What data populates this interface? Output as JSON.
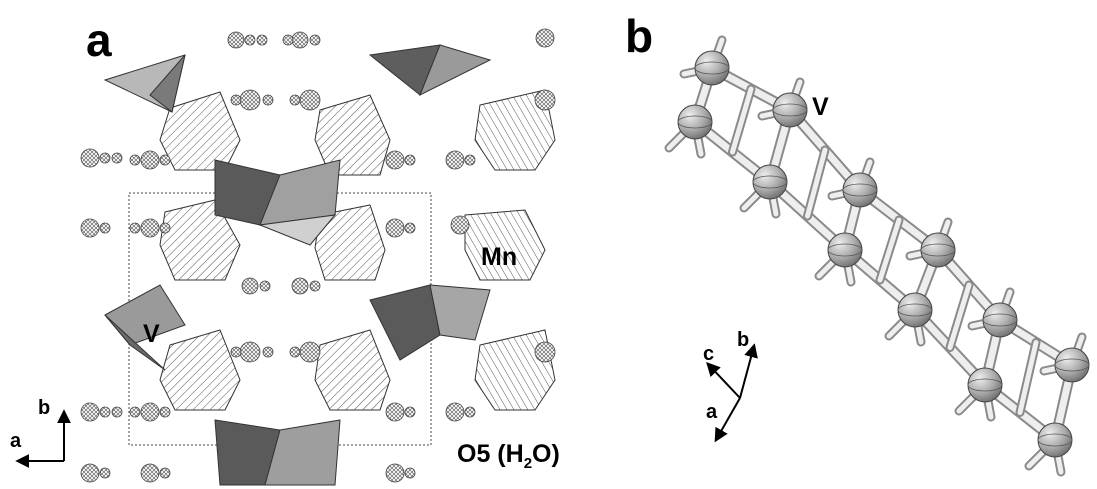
{
  "panels": {
    "a": {
      "label": "a",
      "atom_labels": {
        "manganese": "Mn",
        "vanadium": "V",
        "water": "O5 (H",
        "water_sub": "2",
        "water_end": "O)"
      },
      "axes": {
        "vertical": "b",
        "horizontal": "a"
      }
    },
    "b": {
      "label": "b",
      "atom_labels": {
        "vanadium": "V"
      },
      "axes": {
        "c": "c",
        "b": "b",
        "a": "a"
      }
    }
  },
  "colors": {
    "dark": "#5a5a5a",
    "mid": "#8c8c8c",
    "light": "#c8c8c8",
    "lighter": "#dcdcdc",
    "line": "#333333"
  }
}
